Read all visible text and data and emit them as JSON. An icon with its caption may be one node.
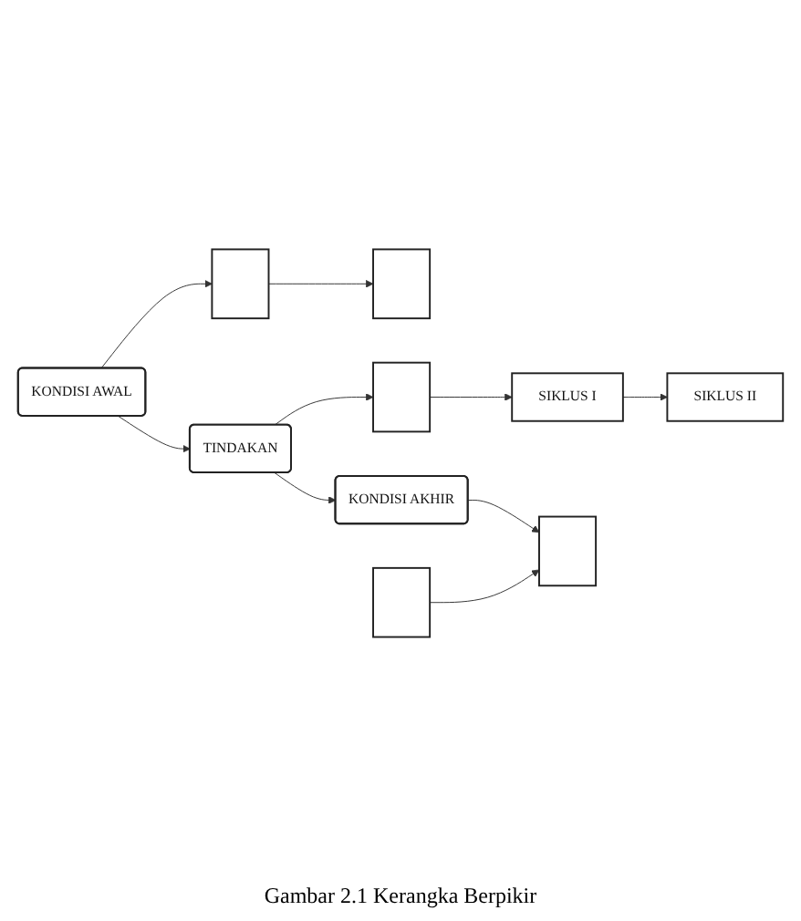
{
  "diagram": {
    "caption": "Gambar 2.1 Kerangka Berpikir",
    "nodes": [
      {
        "text": [
          "KONDISI AWAL"
        ]
      },
      {
        "text": [],
        "shape": "box"
      },
      {
        "text": [],
        "shape": "box"
      },
      {
        "text": [
          "TINDAKAN"
        ]
      },
      {
        "text": [],
        "shape": "box"
      },
      {
        "text": [
          "SIKLUS I"
        ]
      },
      {
        "text": [
          "SIKLUS II"
        ]
      },
      {
        "text": [],
        "shape": "box"
      },
      {
        "text": [
          "KONDISI AKHIR"
        ]
      },
      {
        "text": [],
        "shape": "box"
      }
    ],
    "edges": [
      {
        "from": 0,
        "to": 1,
        "arrow": "to"
      },
      {
        "from": 1,
        "to": 2,
        "arrow": "to"
      },
      {
        "from": 0,
        "to": 3,
        "arrow": "to"
      },
      {
        "from": 3,
        "to": 4,
        "arrow": "to"
      },
      {
        "from": 4,
        "to": 5,
        "arrow": "to"
      },
      {
        "from": 5,
        "to": 6,
        "arrow": "to"
      },
      {
        "from": 3,
        "to": 8,
        "arrow": "to"
      },
      {
        "from": 8,
        "to": 9,
        "arrow": "to"
      },
      {
        "from": 7,
        "to": 9,
        "arrow": "to"
      }
    ]
  }
}
